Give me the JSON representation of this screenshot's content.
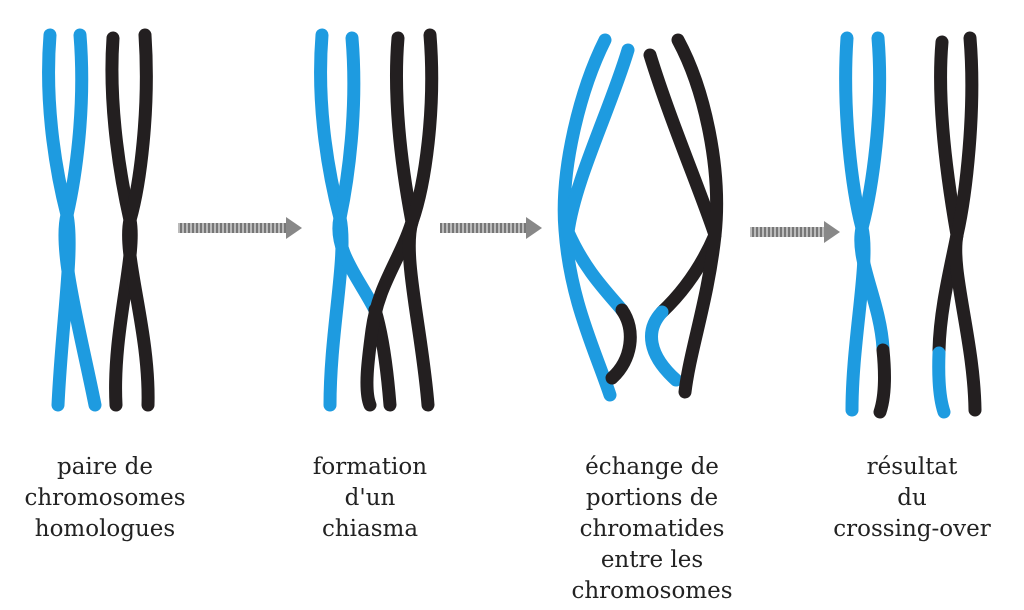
{
  "colors": {
    "homolog_a": "#1e9be0",
    "homolog_b": "#231f20",
    "arrow": "#8a8a8a"
  },
  "steps": [
    {
      "lines": [
        "paire de",
        "chromosomes",
        "homologues"
      ]
    },
    {
      "lines": [
        "formation",
        "d'un",
        "chiasma"
      ]
    },
    {
      "lines": [
        "échange de",
        "portions de",
        "chromatides",
        "entre les",
        "chromosomes"
      ]
    },
    {
      "lines": [
        "résultat",
        "du",
        "crossing-over"
      ]
    }
  ]
}
